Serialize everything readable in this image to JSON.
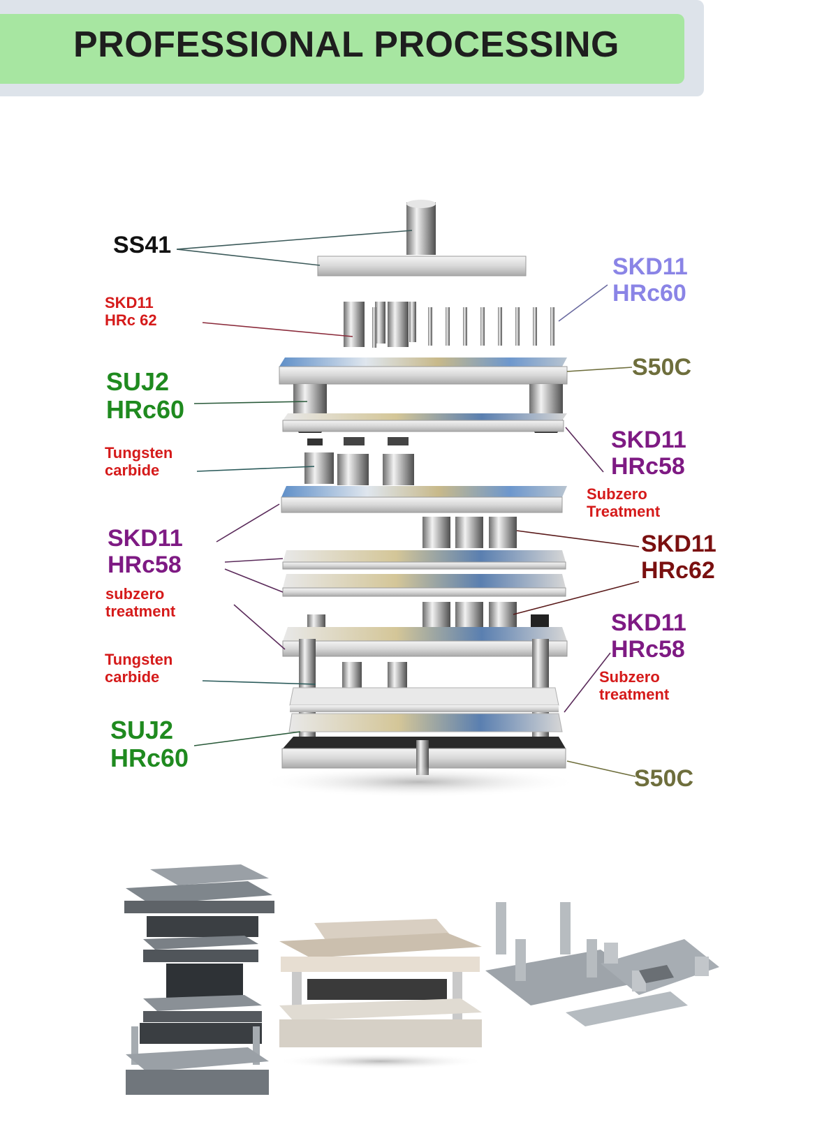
{
  "banner": {
    "title": "PROFESSIONAL PROCESSING"
  },
  "labels": {
    "ss41": "SS41",
    "skd11_hrc62_top": "SKD11\nHRc 62",
    "skd11_hrc60": "SKD11\nHRc60",
    "s50c_top": "S50C",
    "suj2_hrc60_top": "SUJ2\nHRc60",
    "tungsten_carbide_top": "Tungsten\ncarbide",
    "skd11_hrc58_right": "SKD11\nHRc58",
    "subzero_treatment_right": "Subzero\nTreatment",
    "skd11_hrc58_left": "SKD11\nHRc58",
    "subzero_treatment_left": "subzero\ntreatment",
    "skd11_hrc62_right": "SKD11\nHRc62",
    "skd11_hrc58_lower": "SKD11\nHRc58",
    "subzero_treatment_lower": "Subzero\ntreatment",
    "tungsten_carbide_lower": "Tungsten\ncarbide",
    "suj2_hrc60_bottom": "SUJ2\nHRc60",
    "s50c_bottom": "S50C"
  },
  "colors": {
    "black": "#111111",
    "red": "#d51a1a",
    "lavender": "#8a84e6",
    "olive": "#6e6e3c",
    "green": "#1f8a1f",
    "purple": "#7e1a83",
    "maroon": "#7a1010",
    "banner_green": "#a7e6a1",
    "banner_frame": "#dde3ea"
  }
}
